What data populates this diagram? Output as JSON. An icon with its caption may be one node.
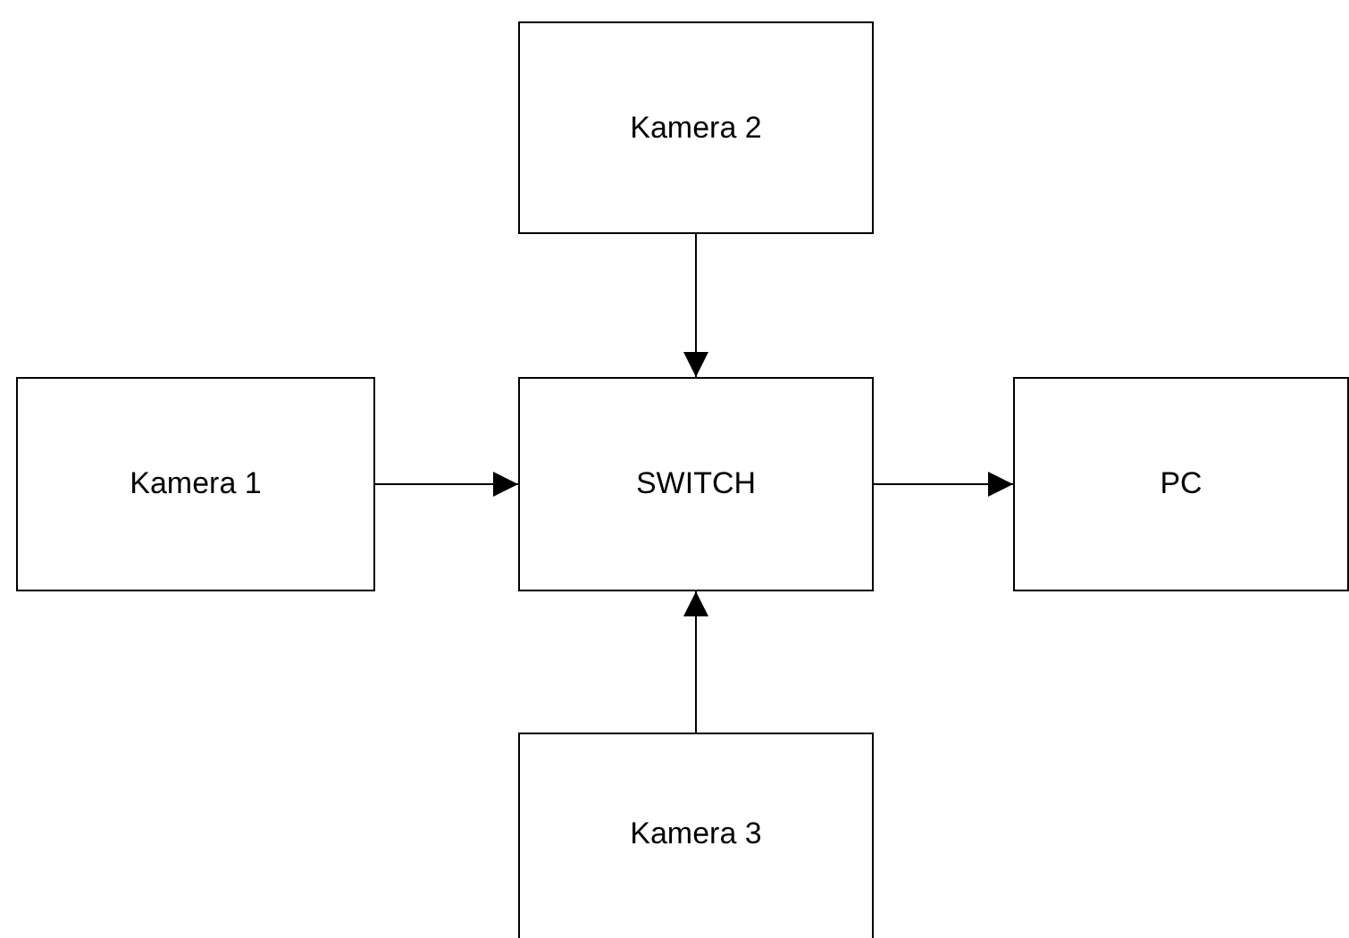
{
  "diagram": {
    "nodes": [
      {
        "text": [
          "Kamera 2"
        ]
      },
      {
        "text": [
          "Kamera 1"
        ]
      },
      {
        "text": [
          "SWITCH"
        ]
      },
      {
        "text": [
          "PC"
        ]
      },
      {
        "text": [
          "Kamera 3"
        ]
      }
    ],
    "edges": [
      {
        "from": 0,
        "to": 2,
        "arrow": "to"
      },
      {
        "from": 1,
        "to": 2,
        "arrow": "to"
      },
      {
        "from": 2,
        "to": 3,
        "arrow": "to"
      },
      {
        "from": 4,
        "to": 2,
        "arrow": "to"
      }
    ]
  }
}
